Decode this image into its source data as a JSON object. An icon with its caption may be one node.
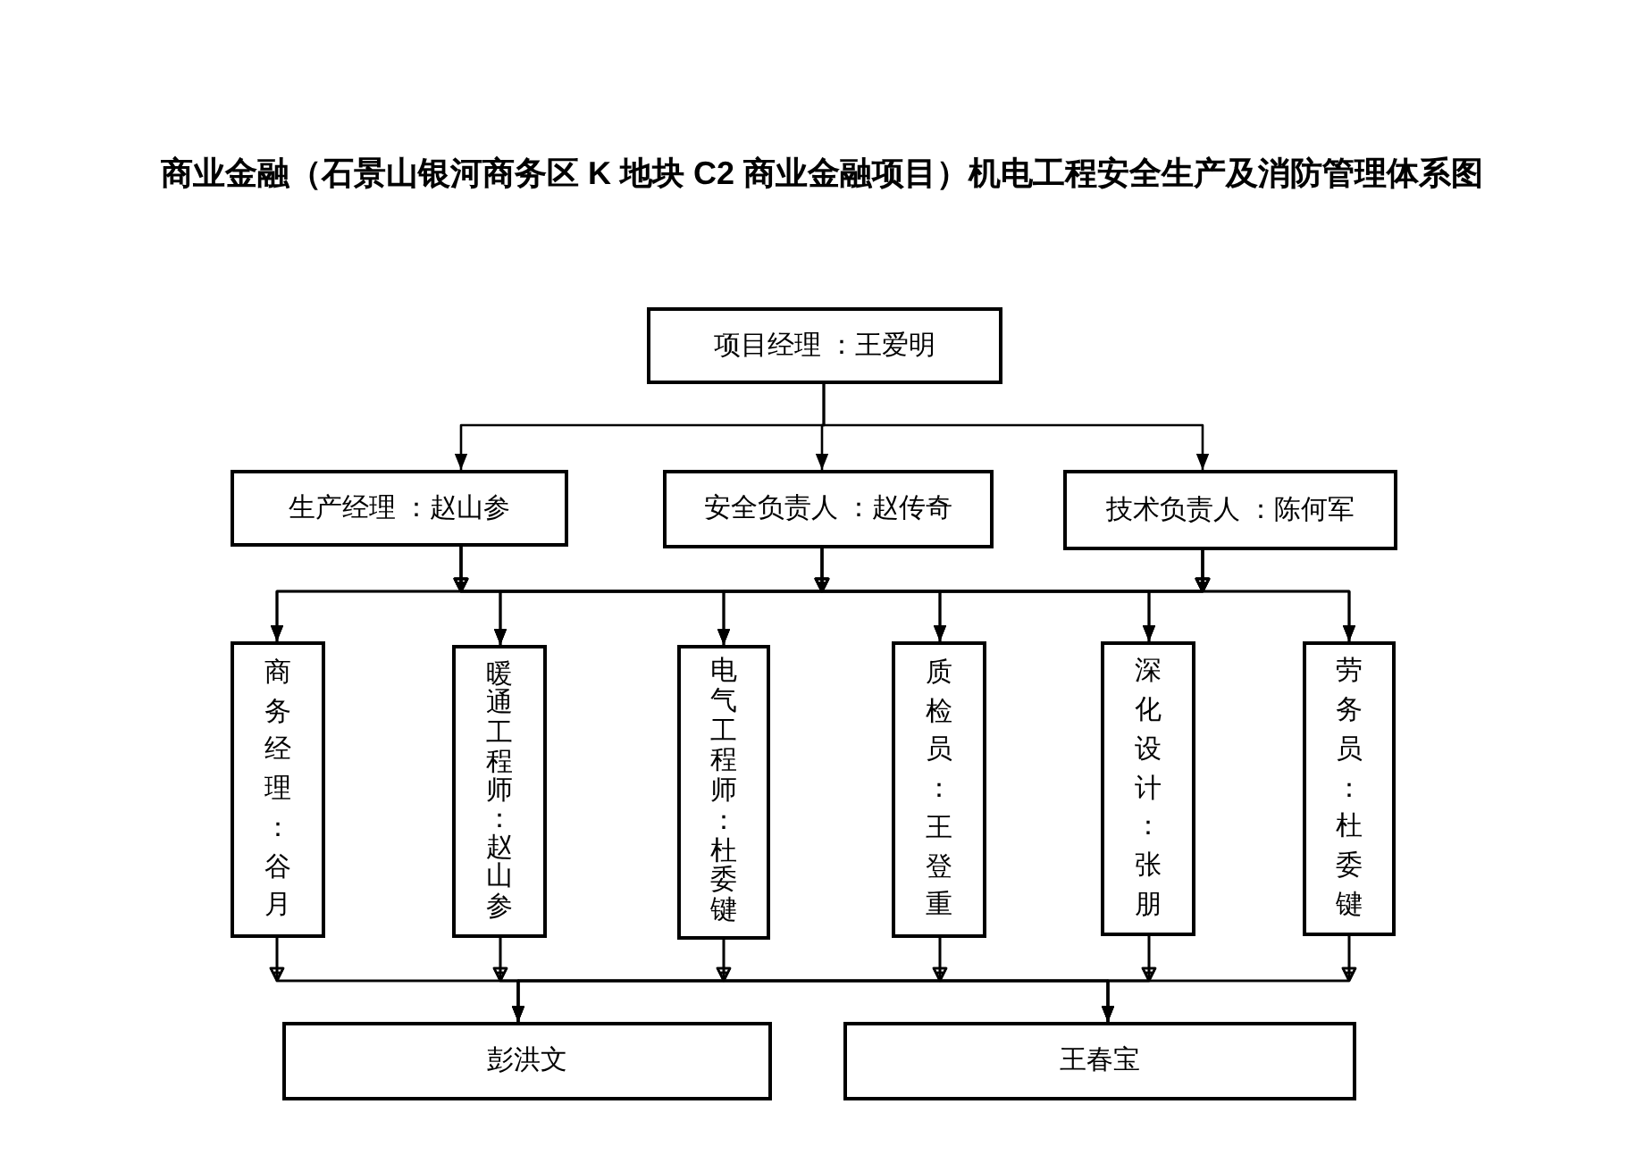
{
  "diagram": {
    "title": "商业金融（石景山银河商务区 K 地块 C2 商业金融项目）机电工程安全生产及消防管理体系图",
    "nodes": [
      {
        "text": [
          "项目经理 ：王爱明"
        ]
      },
      {
        "text": [
          "生产经理 ：赵山参"
        ]
      },
      {
        "text": [
          "安全负责人 ：赵传奇"
        ]
      },
      {
        "text": [
          "技术负责人 ：陈何军"
        ]
      },
      {
        "text": [
          "商务经理：谷月"
        ]
      },
      {
        "text": [
          "暖通工程师：赵山参"
        ]
      },
      {
        "text": [
          "电气工程师：杜委键"
        ]
      },
      {
        "text": [
          "质检员：王登重"
        ]
      },
      {
        "text": [
          "深化设计：张朋"
        ]
      },
      {
        "text": [
          "劳务员：杜委键"
        ]
      },
      {
        "text": [
          "彭洪文"
        ]
      },
      {
        "text": [
          "王春宝"
        ]
      }
    ],
    "edges": [
      {
        "from": 0,
        "to": 1,
        "arrow": "to"
      },
      {
        "from": 0,
        "to": 2,
        "arrow": "to"
      },
      {
        "from": 0,
        "to": 3,
        "arrow": "to"
      },
      {
        "from": 1,
        "to": 4,
        "arrow": "to"
      },
      {
        "from": 1,
        "to": 5,
        "arrow": "to"
      },
      {
        "from": 1,
        "to": 6,
        "arrow": "to"
      },
      {
        "from": 1,
        "to": 7,
        "arrow": "to"
      },
      {
        "from": 1,
        "to": 8,
        "arrow": "to"
      },
      {
        "from": 1,
        "to": 9,
        "arrow": "to"
      },
      {
        "from": 2,
        "to": 4,
        "arrow": "to"
      },
      {
        "from": 2,
        "to": 5,
        "arrow": "to"
      },
      {
        "from": 2,
        "to": 6,
        "arrow": "to"
      },
      {
        "from": 2,
        "to": 7,
        "arrow": "to"
      },
      {
        "from": 2,
        "to": 8,
        "arrow": "to"
      },
      {
        "from": 2,
        "to": 9,
        "arrow": "to"
      },
      {
        "from": 3,
        "to": 4,
        "arrow": "to"
      },
      {
        "from": 3,
        "to": 5,
        "arrow": "to"
      },
      {
        "from": 3,
        "to": 6,
        "arrow": "to"
      },
      {
        "from": 3,
        "to": 7,
        "arrow": "to"
      },
      {
        "from": 3,
        "to": 8,
        "arrow": "to"
      },
      {
        "from": 3,
        "to": 9,
        "arrow": "to"
      },
      {
        "from": 4,
        "to": 10,
        "arrow": "to"
      },
      {
        "from": 4,
        "to": 11,
        "arrow": "to"
      },
      {
        "from": 5,
        "to": 10,
        "arrow": "to"
      },
      {
        "from": 5,
        "to": 11,
        "arrow": "to"
      },
      {
        "from": 6,
        "to": 10,
        "arrow": "to"
      },
      {
        "from": 6,
        "to": 11,
        "arrow": "to"
      },
      {
        "from": 7,
        "to": 10,
        "arrow": "to"
      },
      {
        "from": 7,
        "to": 11,
        "arrow": "to"
      },
      {
        "from": 8,
        "to": 10,
        "arrow": "to"
      },
      {
        "from": 8,
        "to": 11,
        "arrow": "to"
      },
      {
        "from": 9,
        "to": 10,
        "arrow": "to"
      },
      {
        "from": 9,
        "to": 11,
        "arrow": "to"
      }
    ]
  }
}
